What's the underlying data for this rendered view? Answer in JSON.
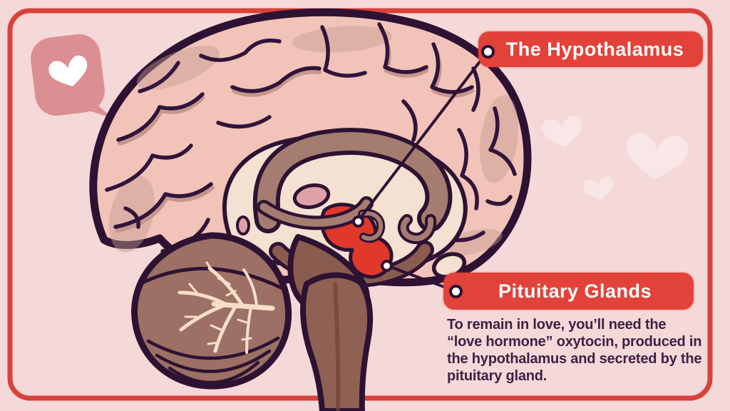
{
  "frame": {
    "border_color": "#d8423a",
    "background_color": "#f5d8d8"
  },
  "labels": {
    "hypothalamus": "The Hypothalamus",
    "pituitary": "Pituitary Glands",
    "background": "#e2423a",
    "text_color": "#ffffff"
  },
  "caption": {
    "text": "To remain in love, you’ll need the “love hormone” oxytocin, produced in the hypothalamus and secreted by the pituitary gland.",
    "color": "#3f2145"
  },
  "diagram": {
    "type": "anatomical-illustration",
    "subject": "human brain sagittal cross-section",
    "highlight_color": "#e0382b",
    "outline_color": "#2e1233",
    "cortex_color": "#f2c3b8",
    "inner_color": "#f4e1d1",
    "limbic_color": "#a57c70",
    "stem_color": "#8f6153",
    "cerebellum_color": "#9d7065",
    "thalamus_color": "#e0a0a8",
    "parts": [
      "cerebrum",
      "corpus-callosum",
      "thalamus",
      "hypothalamus",
      "pituitary-gland",
      "cerebellum",
      "brain-stem"
    ]
  },
  "decor": {
    "bubble_color": "#dc8f92",
    "heart_color": "#f9e6e7",
    "floating_hearts_count": 3
  }
}
